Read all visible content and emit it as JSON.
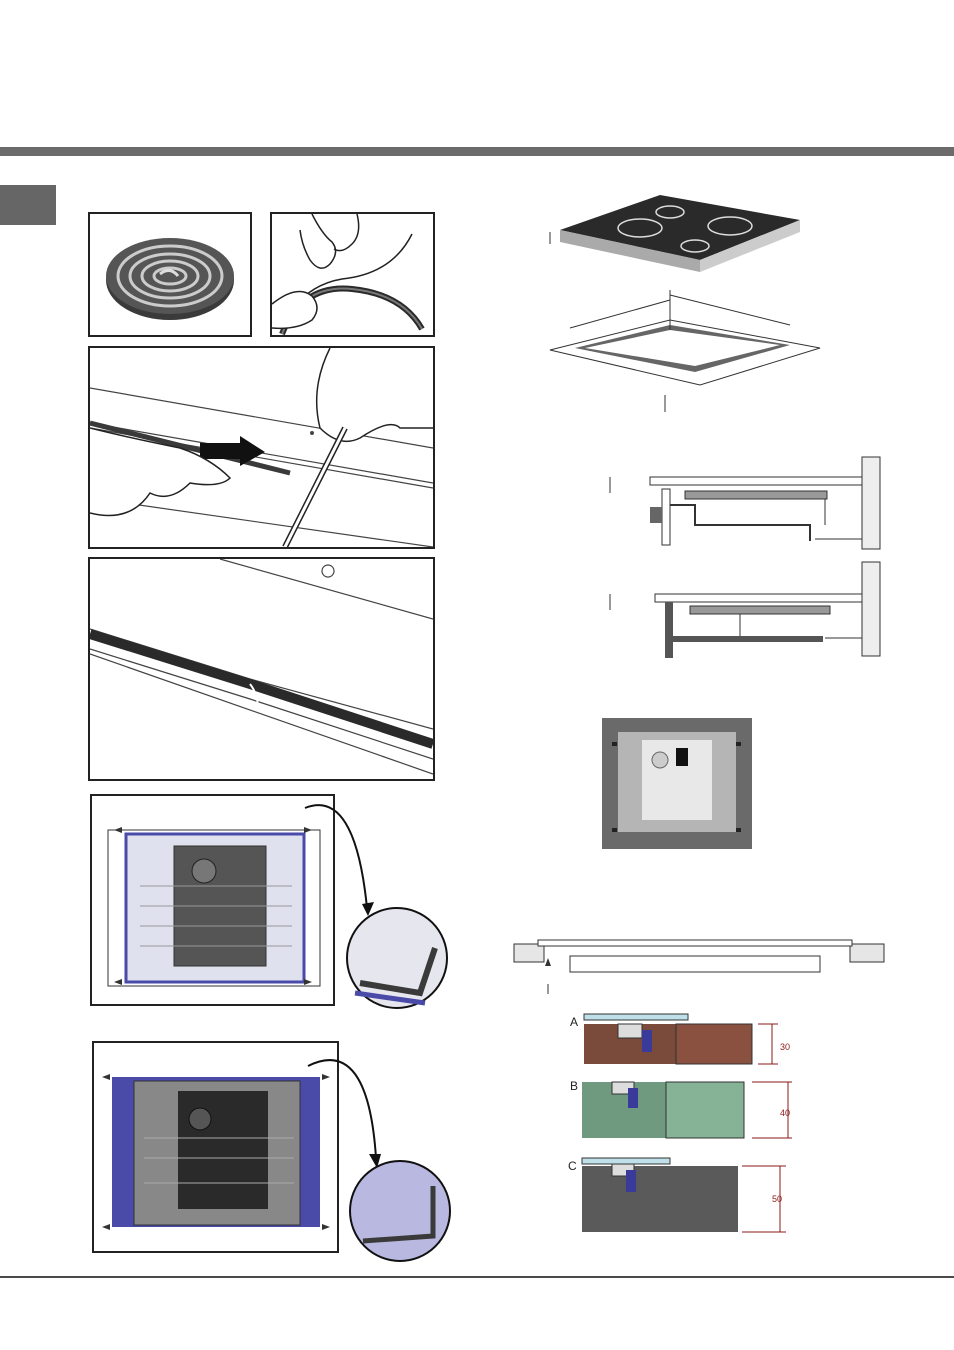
{
  "colors": {
    "header_bar": "#6b6b6b",
    "tab": "#666666",
    "seal": "#3a3a3a",
    "frame_blue": "#4a4aa8",
    "cooktop": "#2a2a2a",
    "dimension": "#8b1a1a"
  },
  "icons": {
    "seal_roll": "seal-roll-icon",
    "peel_hands": "hands-peeling-seal-icon",
    "arrow": "arrow-icon"
  },
  "fixing_variants": {
    "a": {
      "letter": "A",
      "thickness": "30"
    },
    "b": {
      "letter": "B",
      "thickness": "40"
    },
    "c": {
      "letter": "C",
      "thickness": "50"
    }
  }
}
